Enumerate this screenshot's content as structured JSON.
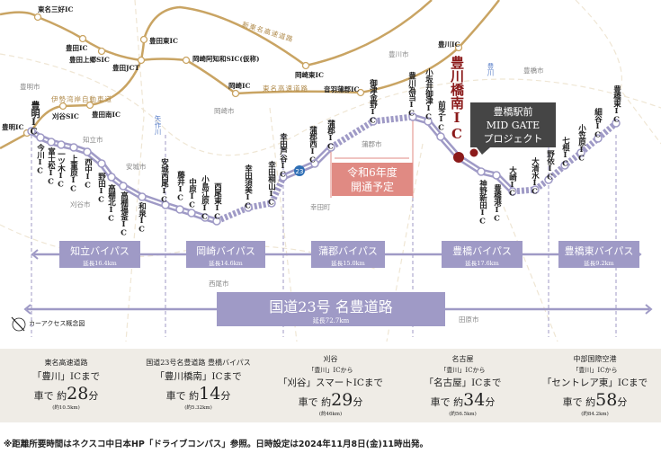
{
  "colors": {
    "route": "#9f9ac6",
    "highway": "#c9a463",
    "project": "#8b1a1a",
    "opening": "#e08a83",
    "panel": "#efece6"
  },
  "highways": {
    "tomei": "東名高速道路",
    "shin_tomei": "新東名高速道路",
    "isewangan": "伊勢湾岸自動車道"
  },
  "highway_ics": [
    "東名三好IC",
    "豊田IC",
    "豊田上郷SIC",
    "豊田JCT",
    "豊田東IC",
    "岡崎阿知和SIC(仮称)",
    "岡崎東IC",
    "岡崎IC",
    "音羽蒲郡IC",
    "豊川IC",
    "刈谷SIC",
    "豊田南IC",
    "豊明IC"
  ],
  "cities": [
    "豊明市",
    "知立市",
    "安城市",
    "刈谷市",
    "岡崎市",
    "幸田町",
    "蒲郡市",
    "豊川市",
    "豊橋市",
    "西尾市",
    "田原市",
    "矢作川",
    "豊川"
  ],
  "route_ics": [
    "豊明IC",
    "今川IC",
    "富士松IC",
    "一ツ木IC",
    "上重原IC",
    "西中IC",
    "野田IC",
    "高棚北IC",
    "高棚福釜IC",
    "和泉IC",
    "安城西尾IC",
    "藤井IC",
    "中原IC",
    "小島江原IC",
    "西尾東IC",
    "幸田須美IC",
    "幸田桐山IC",
    "幸田芦谷IC",
    "蒲郡西IC",
    "蒲郡IC",
    "御津金野IC",
    "豊川為当IC",
    "小坂井御津IC",
    "前芝IC",
    "豊川橋南IC",
    "神野新田IC",
    "豊橋港IC",
    "大崎IC",
    "大清水IC",
    "野依IC",
    "七根IC",
    "小笠原IC",
    "細谷IC",
    "豊橋東IC"
  ],
  "route_number": "23",
  "project": {
    "station_ic": "豊川橋南IC",
    "label_lines": [
      "豊橋駅前",
      "MID GATE",
      "プロジェクト"
    ]
  },
  "opening": {
    "lines": [
      "令和6年度",
      "開通予定"
    ]
  },
  "bypasses": [
    {
      "name": "知立バイパス",
      "length": "延長16.4km"
    },
    {
      "name": "岡崎バイパス",
      "length": "延長14.6km"
    },
    {
      "name": "蒲郡バイパス",
      "length": "延長15.0km"
    },
    {
      "name": "豊橋バイパス",
      "length": "延長17.6km"
    },
    {
      "name": "豊橋東バイパス",
      "length": "延長9.2km"
    }
  ],
  "main_road": {
    "name": "国道23号 名豊道路",
    "length": "延長72.7km"
  },
  "legend": "カーアクセス概念図",
  "cards": [
    {
      "head": "東名高速道路",
      "from": "",
      "to": "「豊川」ICまで",
      "prefix": "車で 約",
      "num": "28",
      "unit": "分",
      "dist": "(約10.5km)"
    },
    {
      "head": "国道23号名豊道路 豊橋バイパス",
      "from": "",
      "to": "「豊川橋南」ICまで",
      "prefix": "車で 約",
      "num": "14",
      "unit": "分",
      "dist": "(約5.32km)"
    },
    {
      "head": "刈谷",
      "from": "「豊川」ICから",
      "to": "「刈谷」スマートICまで",
      "prefix": "車で 約",
      "num": "29",
      "unit": "分",
      "dist": "(約46km)"
    },
    {
      "head": "名古屋",
      "from": "「豊川」ICから",
      "to": "「名古屋」ICまで",
      "prefix": "車で 約",
      "num": "34",
      "unit": "分",
      "dist": "(約56.5km)"
    },
    {
      "head": "中部国際空港",
      "from": "「豊川」ICから",
      "to": "「セントレア東」ICまで",
      "prefix": "車で 約",
      "num": "58",
      "unit": "分",
      "dist": "(約84.2km)"
    }
  ],
  "footer": "※距離所要時間はネクスコ中日本HP「ドライブコンパス」参照。日時設定は2024年11月8日(金)11時出発。"
}
